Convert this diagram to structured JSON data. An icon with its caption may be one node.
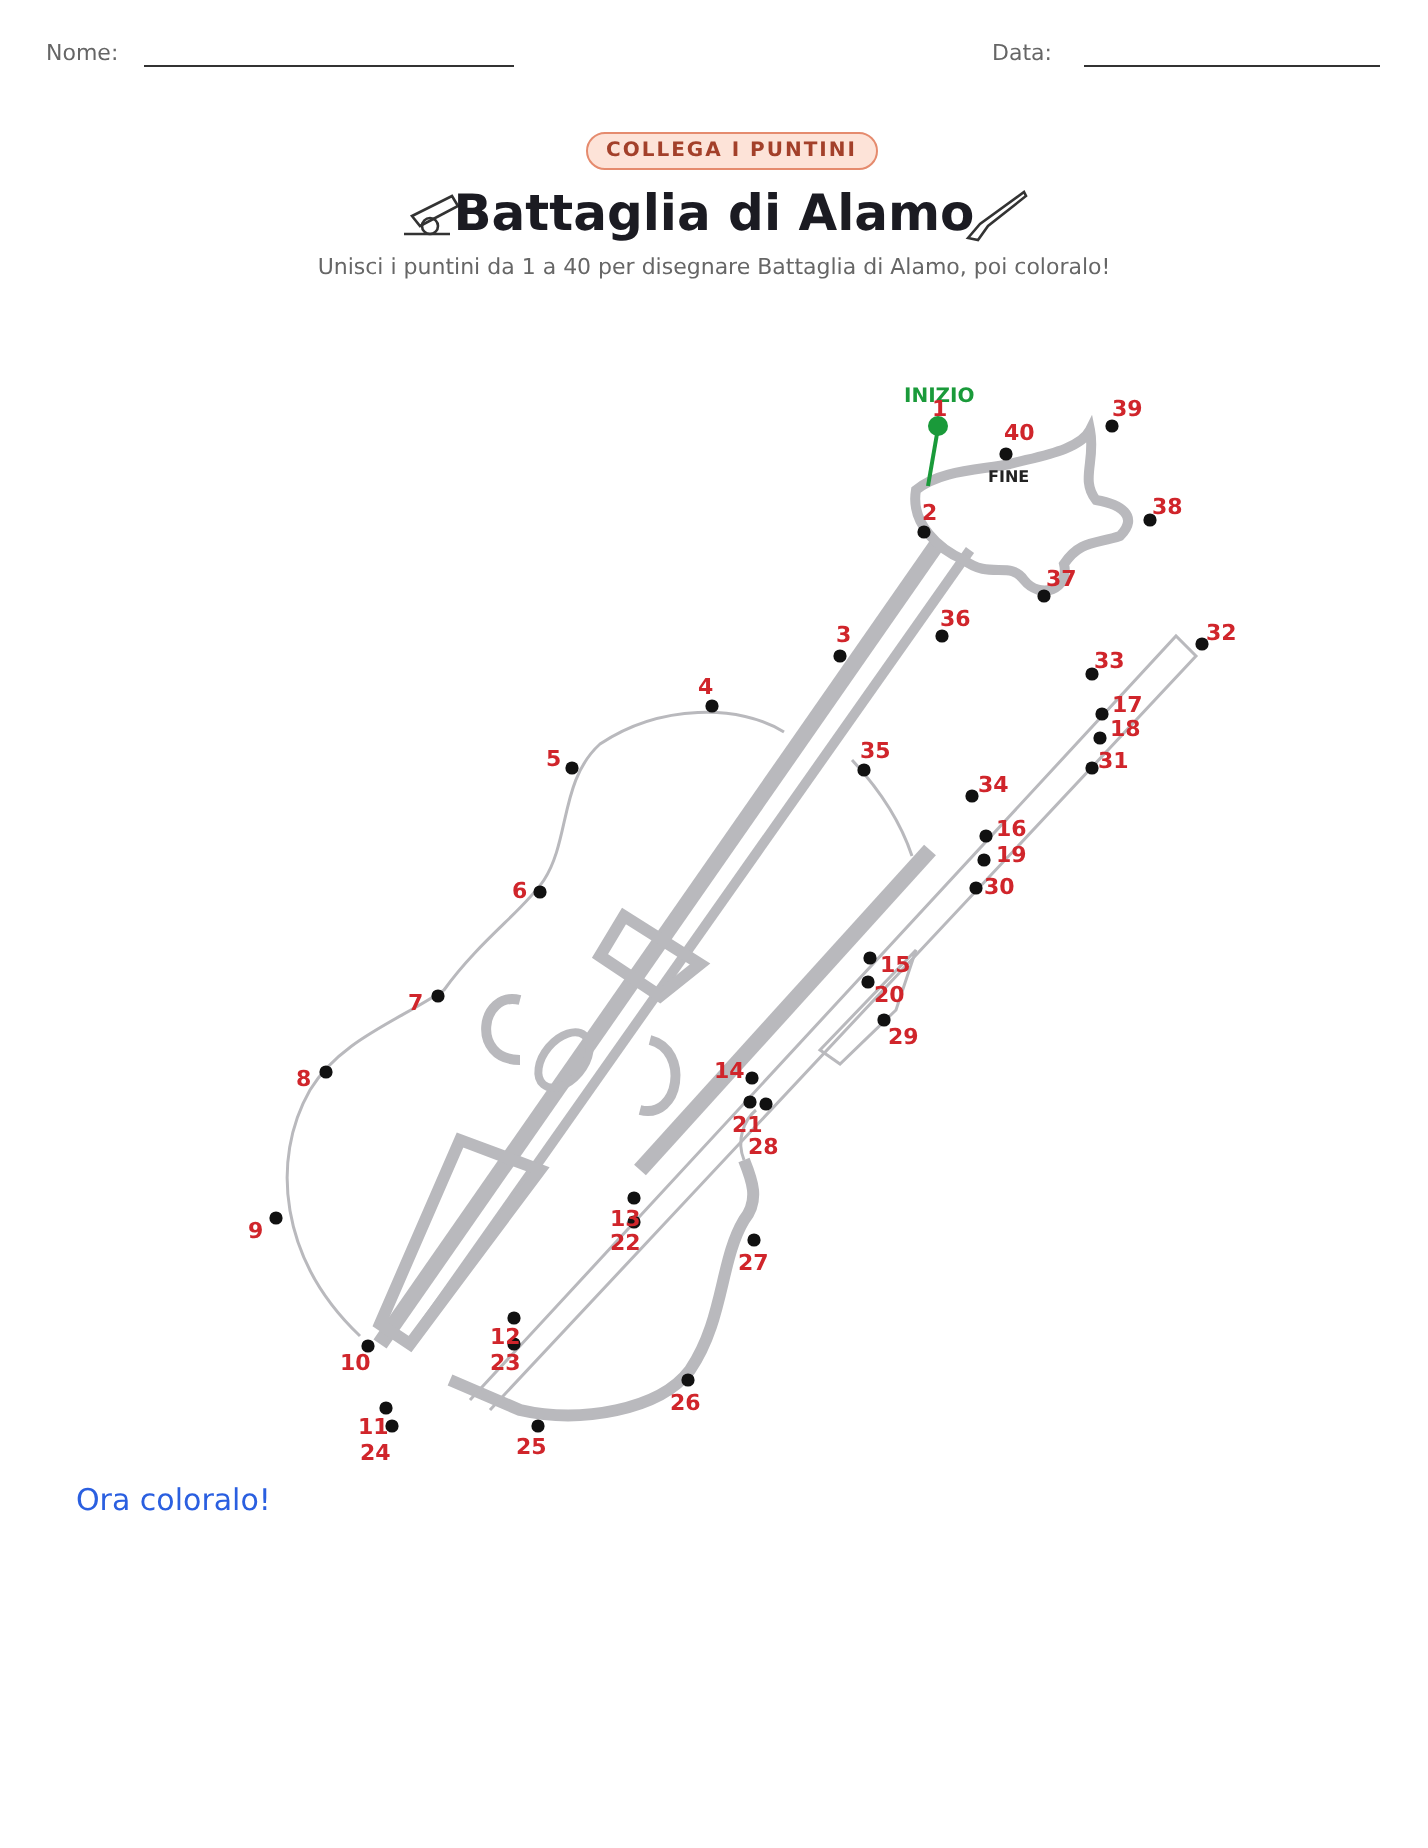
{
  "diagram": {
    "title": "Battaglia di Alamo",
    "labels": [
      "Nome:",
      "Data:",
      "COLLEGA I PUNTINI",
      "Unisci i puntini da 1 a 40 per disegnare Battaglia di Alamo, poi coloralo!",
      "INIZIO",
      "FINE",
      "1",
      "2",
      "3",
      "4",
      "5",
      "6",
      "7",
      "8",
      "9",
      "10",
      "11",
      "12",
      "13",
      "14",
      "15",
      "16",
      "17",
      "18",
      "19",
      "20",
      "21",
      "22",
      "23",
      "24",
      "25",
      "26",
      "27",
      "28",
      "29",
      "30",
      "31",
      "32",
      "33",
      "34",
      "35",
      "36",
      "37",
      "38",
      "39",
      "40",
      "Ora coloralo!"
    ]
  }
}
